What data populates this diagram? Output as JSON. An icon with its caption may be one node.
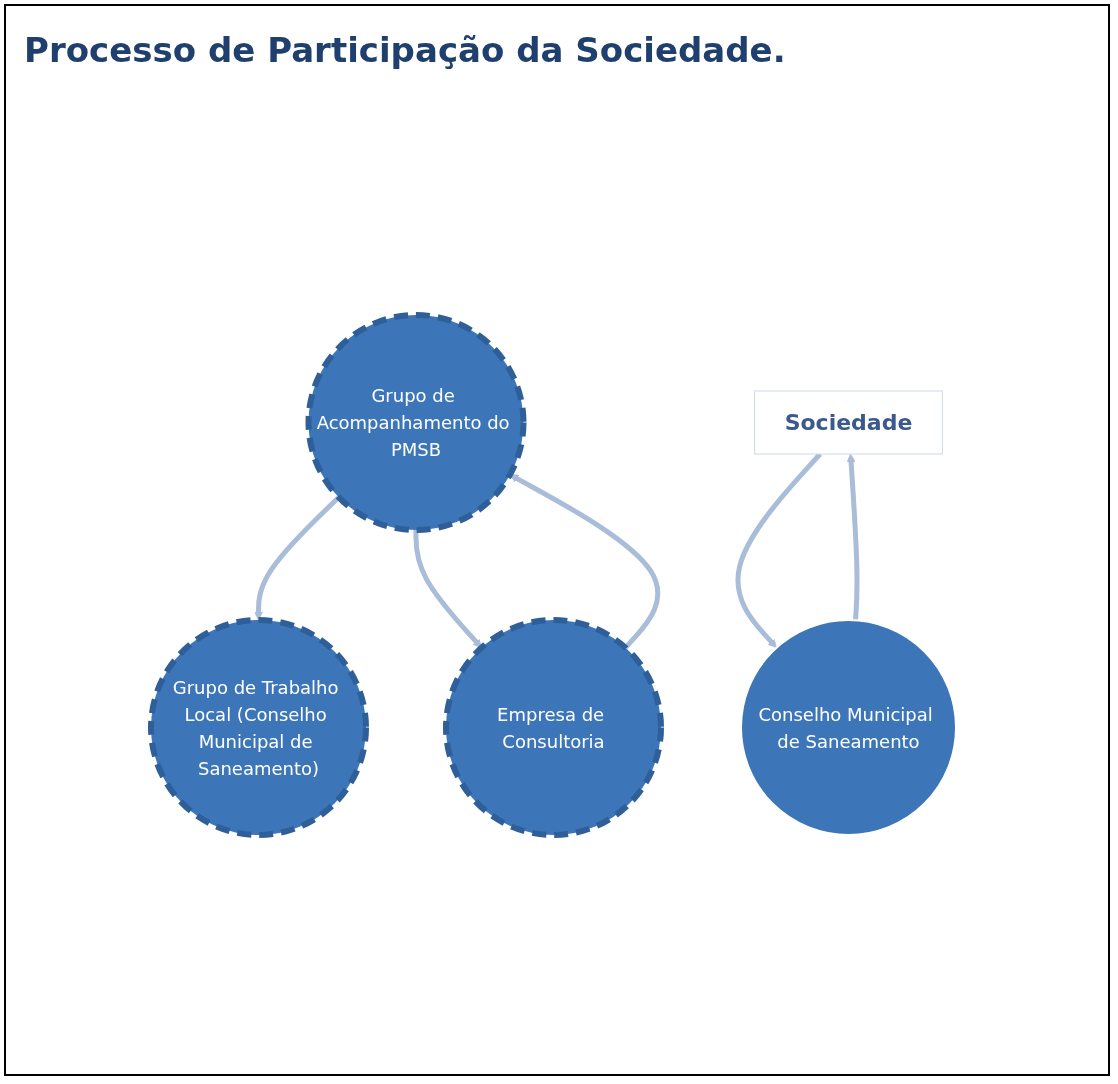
{
  "diagram": {
    "title": "Processo de Participação da Sociedade.",
    "nodes": [
      {
        "text": [
          "Grupo de Acompanhamento do PMSB"
        ]
      },
      {
        "text": [
          "Empresa de Consultoria"
        ]
      },
      {
        "text": [
          "Grupo de Trabalho Local (Conselho Municipal de Saneamento)"
        ]
      },
      {
        "text": [
          "Sociedade"
        ]
      },
      {
        "text": [
          "Conselho Municipal de Saneamento"
        ]
      }
    ],
    "edges": [
      {
        "from": 1,
        "to": 0,
        "arrow": "to"
      },
      {
        "from": 0,
        "to": 2,
        "arrow": "to"
      },
      {
        "from": 0,
        "to": 1,
        "arrow": "to"
      },
      {
        "from": 3,
        "to": 4,
        "arrow": "to"
      },
      {
        "from": 4,
        "to": 3,
        "arrow": "to"
      }
    ]
  }
}
